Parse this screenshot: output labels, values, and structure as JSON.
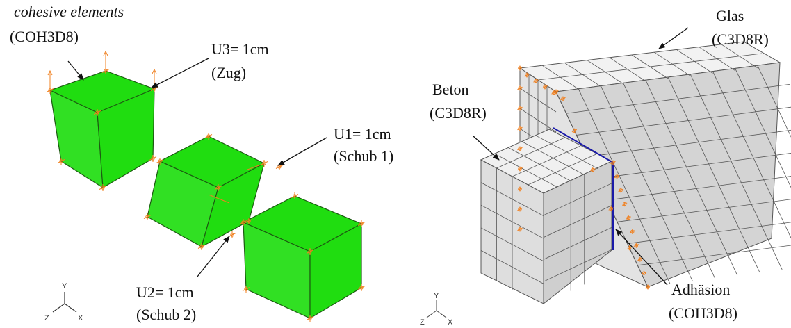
{
  "left_panel": {
    "title": "cohesive elements",
    "element_type": "(COH3D8)",
    "loads": [
      {
        "name": "U3= 1cm",
        "mode": "(Zug)"
      },
      {
        "name": "U1= 1cm",
        "mode": "(Schub 1)"
      },
      {
        "name": "U2= 1cm",
        "mode": "(Schub 2)"
      }
    ],
    "triad": {
      "y": "Y",
      "z": "Z",
      "x": "X"
    }
  },
  "right_panel": {
    "parts": [
      {
        "name": "Glas",
        "element_type": "(C3D8R)"
      },
      {
        "name": "Beton",
        "element_type": "(C3D8R)"
      },
      {
        "name": "Adhäsion",
        "element_type": "(COH3D8)"
      }
    ],
    "triad": {
      "y": "Y",
      "z": "Z",
      "x": "X"
    }
  },
  "colors": {
    "cohesive_fill": "#20dd10",
    "mesh_fill": "#e6e6e6",
    "mesh_line": "#555555",
    "boundary_marker": "#f08020",
    "interface_line": "#1a1aa8"
  }
}
